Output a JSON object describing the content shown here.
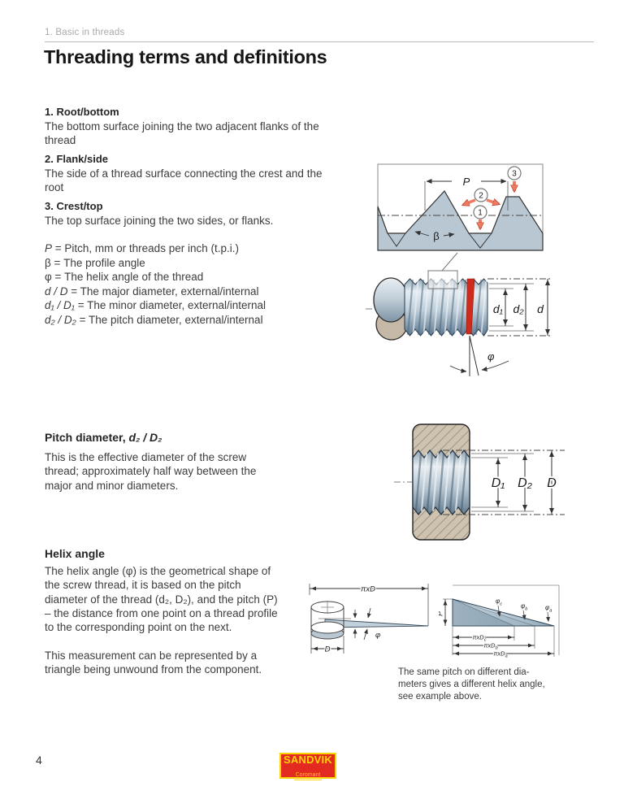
{
  "page": {
    "breadcrumb": "1. Basic in threads",
    "title": "Threading terms and definitions",
    "page_number": "4"
  },
  "sections": {
    "root": {
      "heading": "1. Root/bottom",
      "body": "The bottom surface joining the two adjacent flanks of the thread"
    },
    "flank": {
      "heading": "2. Flank/side",
      "body": "The side of a thread surface connecting the crest and the root"
    },
    "crest": {
      "heading": "3. Crest/top",
      "body": "The top surface joining the two sides, or flanks."
    }
  },
  "definitions": [
    {
      "term": "P",
      "rest": " = Pitch, mm or threads per inch (t.p.i.)"
    },
    {
      "term": "β",
      "rest": " = The profile angle"
    },
    {
      "term": "φ",
      "rest": " = The helix angle of the thread"
    },
    {
      "term": "d / D",
      "rest": " = The major diameter, external/internal"
    },
    {
      "term": "d₁ / D₁",
      "rest": " = The minor diameter, external/internal"
    },
    {
      "term": "d₂ / D₂",
      "rest": " = The pitch diameter, external/internal"
    }
  ],
  "pitch_diameter": {
    "heading_prefix": "Pitch diameter, ",
    "heading_var": "d₂ / D₂",
    "body": "This is the effective diameter of the screw thread; approximately half way between the major and minor diameters."
  },
  "helix_angle": {
    "heading": "Helix angle",
    "body1": "The helix angle (φ) is the geometrical shape of the screw thread, it is based on the pitch diameter of the thread (d₂, D₂), and the pitch (P) – the distance from one point on a thread profile to the corresponding point on the next.",
    "body2": "This measurement can be represented by a triangle being unwound from the component."
  },
  "caption": {
    "lines": [
      "The same pitch on different dia-",
      "meters gives a different helix angle,",
      "see example above."
    ]
  },
  "figures": {
    "profile": {
      "pitch": "P",
      "beta": "β",
      "n1": "1",
      "n2": "2",
      "n3": "3"
    },
    "screw": {
      "d1": "d₁",
      "d2": "d₂",
      "d": "d",
      "phi": "φ"
    },
    "nut": {
      "D1": "D₁",
      "D2": "D₂",
      "D": "D"
    },
    "helix_left": {
      "top_dim": "πxD",
      "phi": "φ",
      "d_label": "D"
    },
    "helix_right": {
      "p_label": "P",
      "angle_labels": [
        {
          "base": "φ",
          "sub": "c"
        },
        {
          "base": "φ",
          "sub": "b"
        },
        {
          "base": "φ",
          "sub": "a"
        }
      ],
      "dim_labels": [
        {
          "base": "πxD",
          "sub": "c"
        },
        {
          "base": "πxD",
          "sub": "b"
        },
        {
          "base": "πxD",
          "sub": "a"
        }
      ]
    }
  },
  "logo": {
    "brand": "SANDVIK",
    "sub": "Coromant"
  },
  "colors": {
    "diagram_blue_gray": "#b9c7d2",
    "arrow_salmon": "#ef7a62",
    "highlight_red": "#cf2b1d",
    "nut_tan": "#cec2b1",
    "logo_red": "#e32a20",
    "logo_yellow": "#fcd305"
  }
}
